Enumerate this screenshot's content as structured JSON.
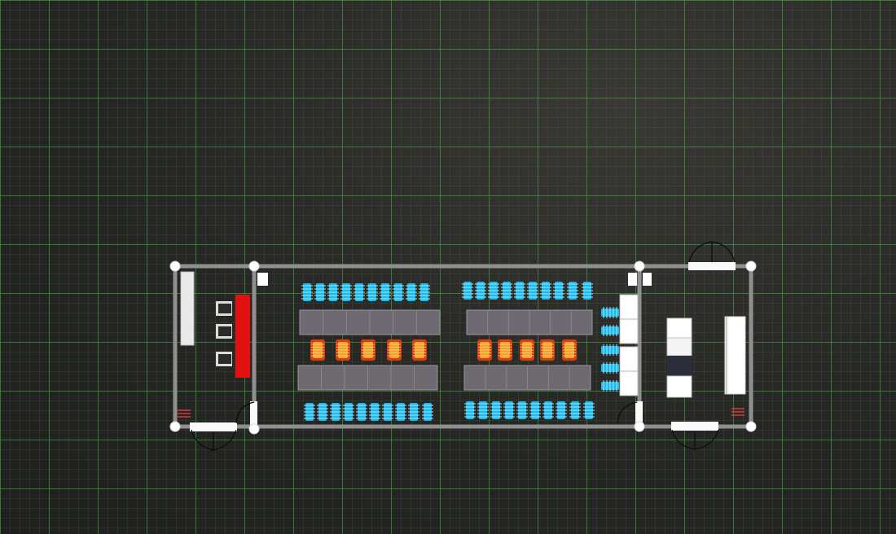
{
  "app": {
    "title": ""
  },
  "viewport": {
    "background": "dark-grid"
  },
  "colors": {
    "wall": "#8f8f8f",
    "node": "#ffffff",
    "counter": "#e9e9e9",
    "red_panel": "#e11111",
    "table": "#6f6a72",
    "table_seam": "#8a858c",
    "chair_blue": "#1fb9ee",
    "chair_orange": "#f2a230",
    "chair_red": "#d84010",
    "sofa_dark": "#2a2e3a",
    "exit_mark": "#ff4040"
  },
  "floor_plan": {
    "rooms": [
      "left-room",
      "main-hall",
      "right-room"
    ],
    "icons": [
      "wall-node",
      "door-swing",
      "chair",
      "table",
      "cabinet",
      "sofa",
      "exit-marker"
    ]
  }
}
